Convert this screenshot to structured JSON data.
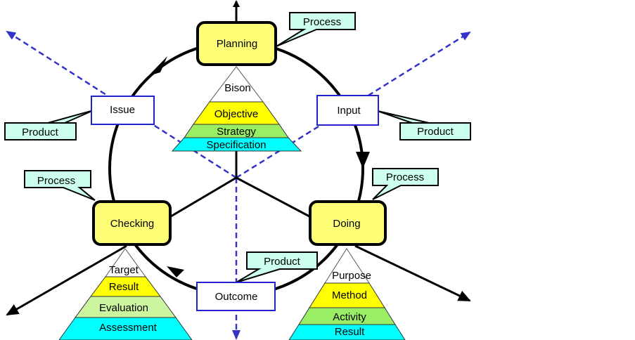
{
  "diagram": {
    "colors": {
      "stage_fill": "#ffff77",
      "stage_stroke": "#000000",
      "callout_fill": "#ccfff0",
      "box_stroke": "#2222cc",
      "dash_line": "#3333cc",
      "pyramid_white": "#ffffff",
      "pyramid_yellow": "#ffff00",
      "pyramid_green": "#99ee66",
      "pyramid_lightgreen": "#ccf5a0",
      "pyramid_cyan": "#00ffff"
    },
    "stages": {
      "planning": "Planning",
      "doing": "Doing",
      "checking": "Checking"
    },
    "boxes": {
      "issue": "Issue",
      "input": "Input",
      "outcome": "Outcome"
    },
    "callouts": {
      "planning_process": "Process",
      "doing_process": "Process",
      "checking_process": "Process",
      "issue_product": "Product",
      "input_product": "Product",
      "outcome_product": "Product"
    },
    "pyramids": {
      "planning": [
        "Bison",
        "Objective",
        "Strategy",
        "Specification"
      ],
      "doing": [
        "Purpose",
        "Method",
        "Activity",
        "Result"
      ],
      "checking": [
        "Target",
        "Result",
        "Evaluation",
        "Assessment"
      ]
    }
  }
}
